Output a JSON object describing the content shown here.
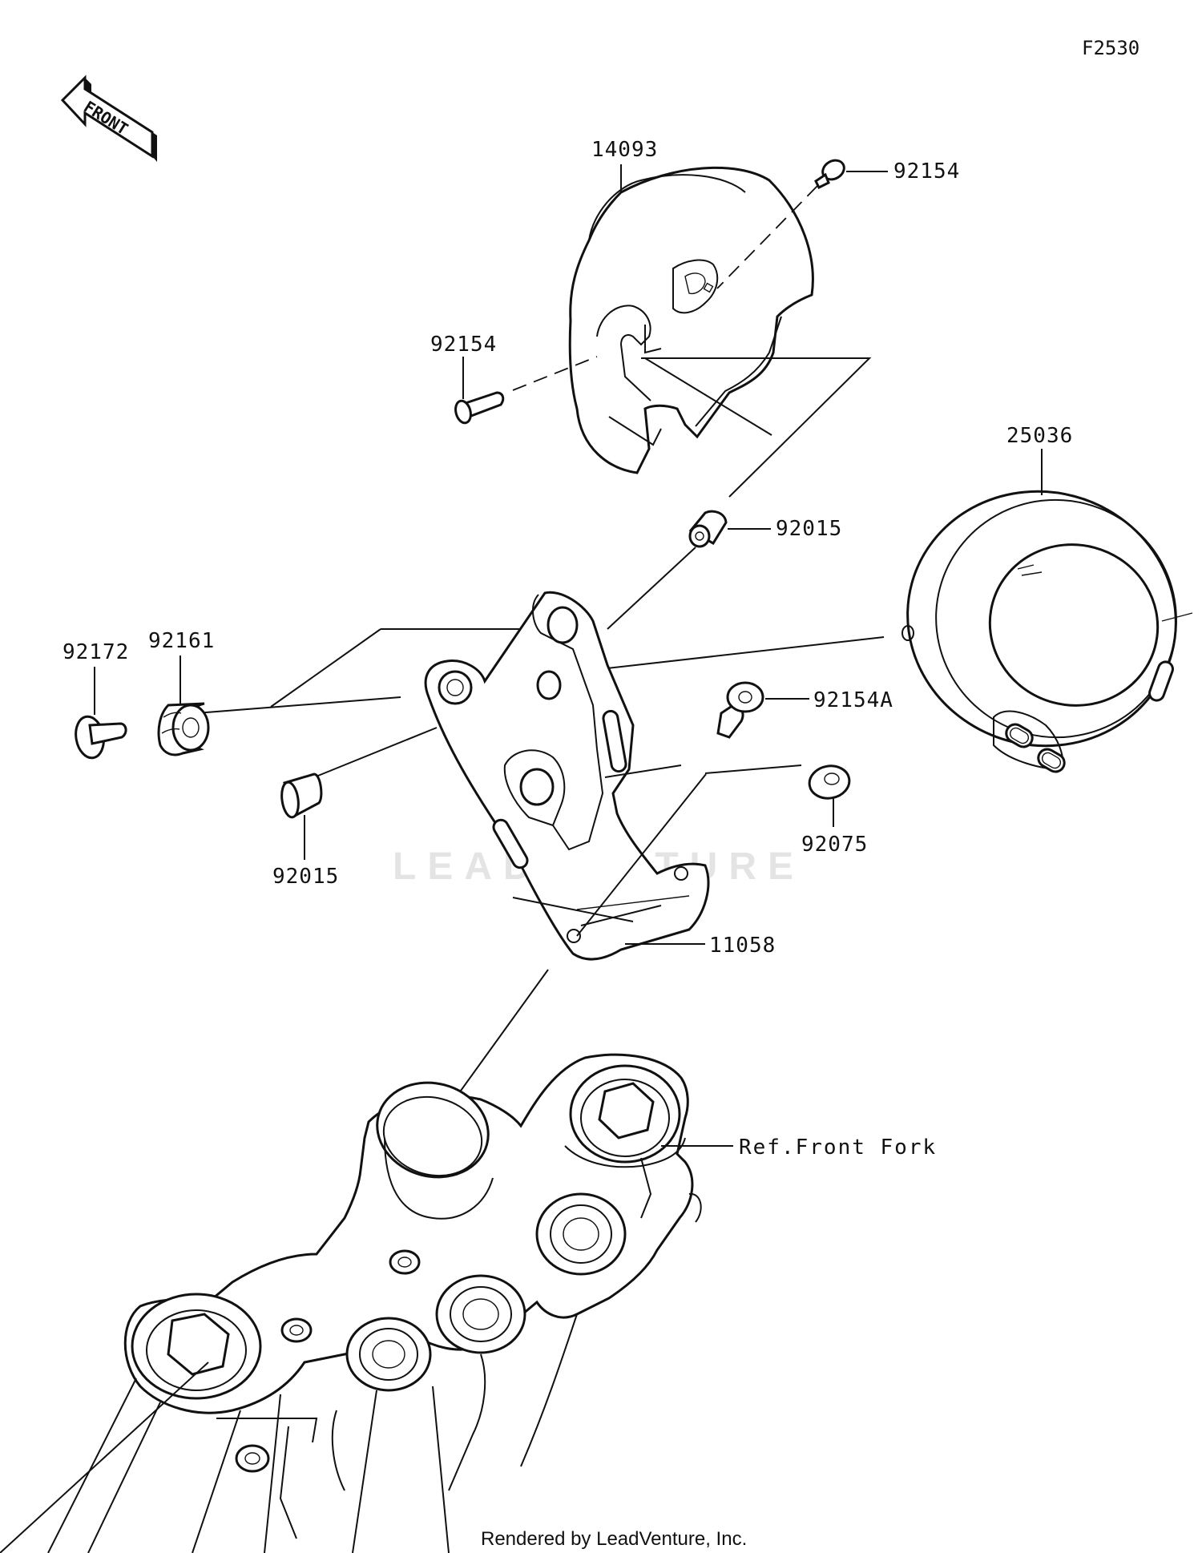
{
  "figure_code": "F2530",
  "front_arrow": "FRONT",
  "watermark": "LEADVENTURE",
  "credit": "Rendered by LeadVenture, Inc.",
  "reference": "Ref.Front Fork",
  "parts": {
    "cover": "14093",
    "screw_top": "92154",
    "screw_left": "92154",
    "meter": "25036",
    "bushing_upper": "92015",
    "damper_bolt": "92172",
    "damper": "92161",
    "screw_a": "92154A",
    "washer": "92075",
    "collar_lower": "92015",
    "bracket": "11058"
  }
}
